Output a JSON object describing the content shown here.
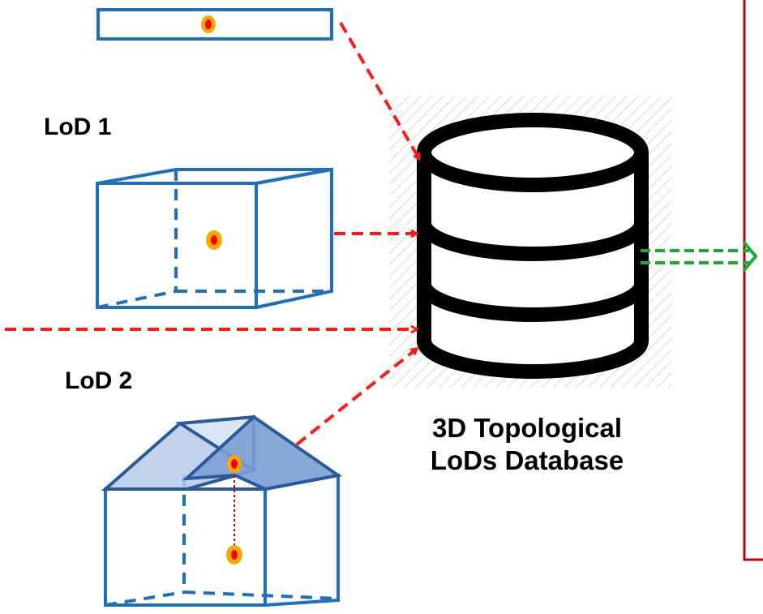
{
  "labels": {
    "lod1": "LoD 1",
    "lod2": "LoD 2",
    "db_line1": "3D Topological",
    "db_line2": "LoDs Database"
  },
  "colors": {
    "building_edge": "#1f6fbf",
    "roof_edge": "#2a5a9a",
    "roof_fill_light": "#b7cbe8",
    "roof_fill_dark": "#7b9fd4",
    "arrow_red": "#ff1a1a",
    "arrow_green": "#1aaa3a",
    "database": "#000000",
    "point_outer": "#f2a900",
    "point_inner": "#ff0000",
    "panel_border": "#c00000"
  },
  "icons": [
    "database-icon",
    "lod0-footprint",
    "lod1-box",
    "lod2-house"
  ]
}
